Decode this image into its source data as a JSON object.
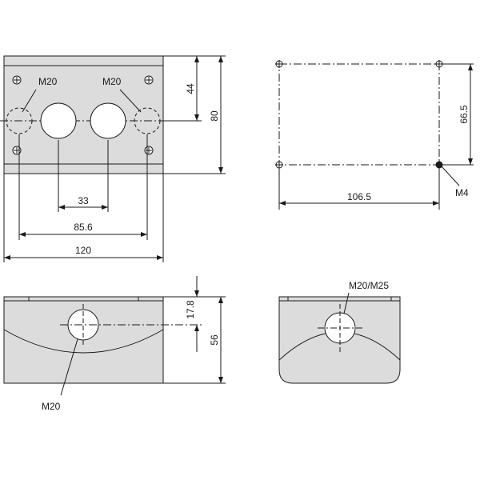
{
  "colors": {
    "body_fill": "#dcdcdc",
    "line": "#1a1a1a",
    "background": "#ffffff"
  },
  "top_view": {
    "left_hole_label": "M20",
    "right_hole_label": "M20",
    "dim_height_44": "44",
    "dim_height_80": "80",
    "dim_spacing_33": "33",
    "dim_outer_85_6": "85.6",
    "dim_width_120": "120"
  },
  "mounting_view": {
    "dim_width_106_5": "106.5",
    "dim_height_66_5": "66.5",
    "screw_label": "M4"
  },
  "front_view": {
    "dim_17_8": "17.8",
    "dim_56": "56",
    "hole_label": "M20"
  },
  "side_view": {
    "hole_label": "M20/M25"
  }
}
